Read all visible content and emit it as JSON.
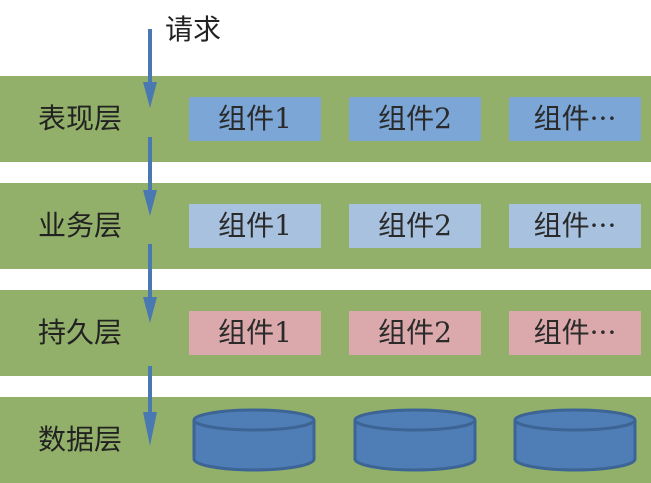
{
  "request_label": "请求",
  "colors": {
    "band": "#93b06a",
    "presentation_component": "#7ba6d6",
    "business_component": "#a8c1de",
    "persistence_component": "#dba9ac",
    "database_fill": "#4f7db5",
    "database_stroke": "#3c6495",
    "arrow": "#4a79b1"
  },
  "layers": [
    {
      "label": "表现层",
      "components": [
        "组件1",
        "组件2",
        "组件···"
      ]
    },
    {
      "label": "业务层",
      "components": [
        "组件1",
        "组件2",
        "组件···"
      ]
    },
    {
      "label": "持久层",
      "components": [
        "组件1",
        "组件2",
        "组件···"
      ]
    },
    {
      "label": "数据层",
      "databases": 3
    }
  ]
}
